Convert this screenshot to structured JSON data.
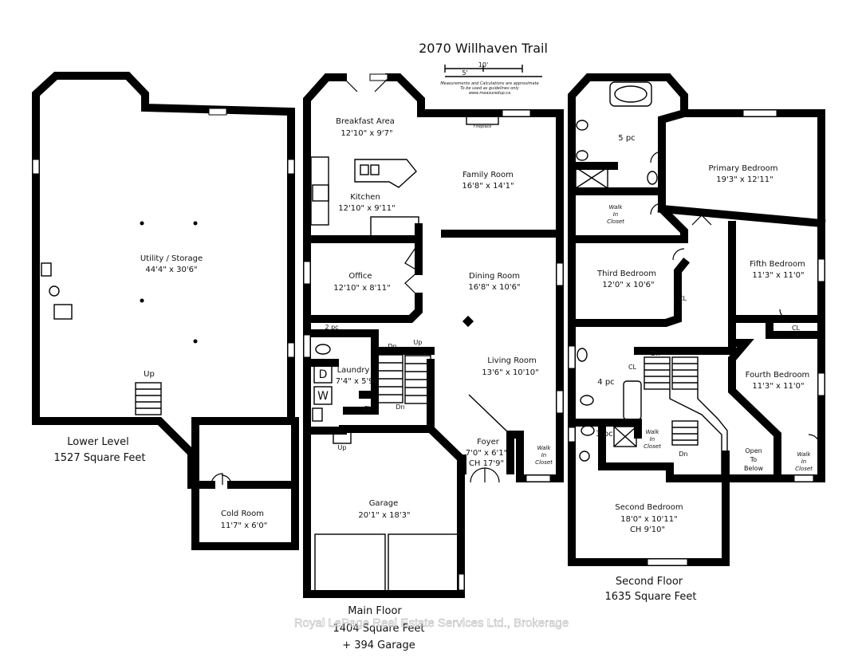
{
  "title": "2070 Willhaven Trail",
  "scale": {
    "label_10": "10'",
    "label_5": "5'"
  },
  "disclaimer": {
    "line1": "Measurements and Calculations are approximate",
    "line2": "To be used as guidelines only",
    "line3": "www.measuredup.ca"
  },
  "watermark": "Royal LePage Real Estate Services Ltd., Brokerage",
  "lower_level": {
    "label": "Lower Level",
    "area": "1527 Square Feet",
    "rooms": {
      "utility": {
        "name": "Utility / Storage",
        "dim": "44'4\" x 30'6\""
      },
      "cold": {
        "name": "Cold Room",
        "dim": "11'7\" x 6'0\""
      }
    },
    "up": "Up"
  },
  "main_floor": {
    "label": "Main Floor",
    "area": "1404 Square Feet",
    "garage_area": "+ 394 Garage",
    "rooms": {
      "breakfast": {
        "name": "Breakfast Area",
        "dim": "12'10\" x 9'7\""
      },
      "kitchen": {
        "name": "Kitchen",
        "dim": "12'10\" x 9'11\""
      },
      "family": {
        "name": "Family Room",
        "dim": "16'8\" x 14'1\""
      },
      "office": {
        "name": "Office",
        "dim": "12'10\" x 8'11\""
      },
      "dining": {
        "name": "Dining Room",
        "dim": "16'8\" x 10'6\""
      },
      "living": {
        "name": "Living Room",
        "dim": "13'6\" x 10'10\""
      },
      "laundry": {
        "name": "Laundry",
        "dim": "7'4\" x 5'9\""
      },
      "foyer": {
        "name": "Foyer",
        "dim": "7'0\" x 6'1\"",
        "ch": "CH 17'9\""
      },
      "garage": {
        "name": "Garage",
        "dim": "20'1\" x 18'3\""
      }
    },
    "fireplace": "Fireplace",
    "two_pc": "2 pc",
    "dn1": "Dn",
    "up1": "Up",
    "dn2": "Dn",
    "up2": "Up",
    "cl": "CL",
    "washer": "W",
    "dryer": "D",
    "walk_in": "Walk",
    "walk_in2": "In",
    "walk_in3": "Closet"
  },
  "second_floor": {
    "label": "Second Floor",
    "area": "1635 Square Feet",
    "rooms": {
      "primary": {
        "name": "Primary Bedroom",
        "dim": "19'3\" x 12'11\""
      },
      "third": {
        "name": "Third Bedroom",
        "dim": "12'0\" x 10'6\""
      },
      "fifth": {
        "name": "Fifth Bedroom",
        "dim": "11'3\" x 11'0\""
      },
      "fourth": {
        "name": "Fourth Bedroom",
        "dim": "11'3\" x 11'0\""
      },
      "second": {
        "name": "Second Bedroom",
        "dim": "18'0\" x 10'11\"",
        "ch": "CH 9'10\""
      }
    },
    "five_pc": "5 pc",
    "four_pc": "4 pc",
    "three_pc": "3 pc",
    "cl": "CL",
    "dn": "Dn",
    "open_to": "Open",
    "open_to2": "To",
    "open_to3": "Below",
    "walk": "Walk",
    "walk2": "In",
    "walk3": "Closet"
  }
}
